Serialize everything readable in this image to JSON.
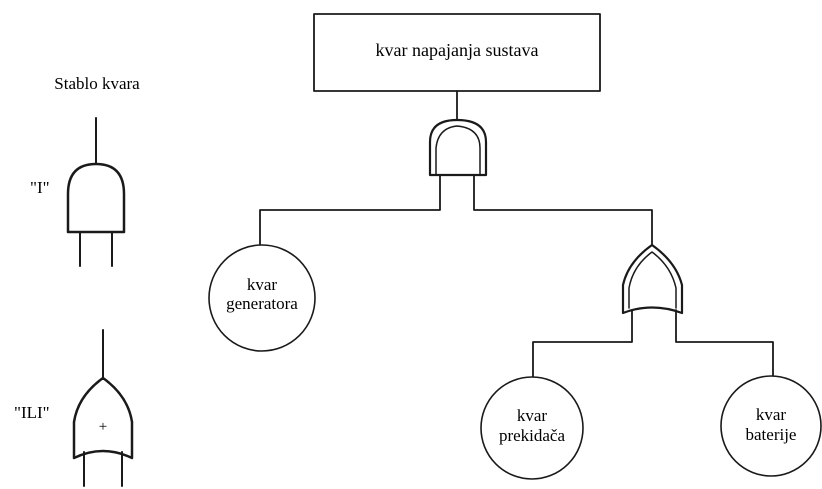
{
  "legend": {
    "title": "Stablo kvara",
    "and_label": "\"I\"",
    "or_label": "\"ILI\"",
    "or_symbol": "+"
  },
  "tree": {
    "top_event": "kvar napajanja sustava",
    "generator": {
      "line1": "kvar",
      "line2": "generatora"
    },
    "switch": {
      "line1": "kvar",
      "line2": "prekidača"
    },
    "battery": {
      "line1": "kvar",
      "line2": "baterije"
    }
  },
  "colors": {
    "line": "#1a1a1a",
    "background": "#ffffff",
    "text": "#000000"
  }
}
